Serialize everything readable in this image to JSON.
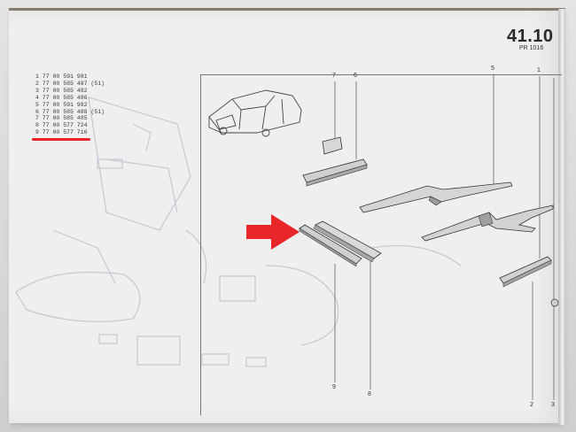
{
  "header": {
    "section_number": "41.10",
    "section_sub": "PR 1016",
    "faded_title": ""
  },
  "parts_list": [
    "1 77 00 591 981",
    "2 77 00 585 487 (51)",
    "3 77 00 585 482",
    "4 77 00 585 486",
    "5 77 00 591 982",
    "6 77 00 585 488 (51)",
    "7 77 00 585 485",
    "8 77 00 577 724",
    "9 77 00 577 716"
  ],
  "callouts": {
    "c7": "7",
    "c6": "6",
    "c5": "5",
    "c1": "1",
    "c9": "9",
    "c8": "8",
    "c2": "2",
    "c3": "3"
  },
  "colors": {
    "highlight_red": "#e8262a",
    "page": "#efefef",
    "ink": "#333333"
  },
  "icons": {
    "arrow": "red-arrow-icon"
  }
}
